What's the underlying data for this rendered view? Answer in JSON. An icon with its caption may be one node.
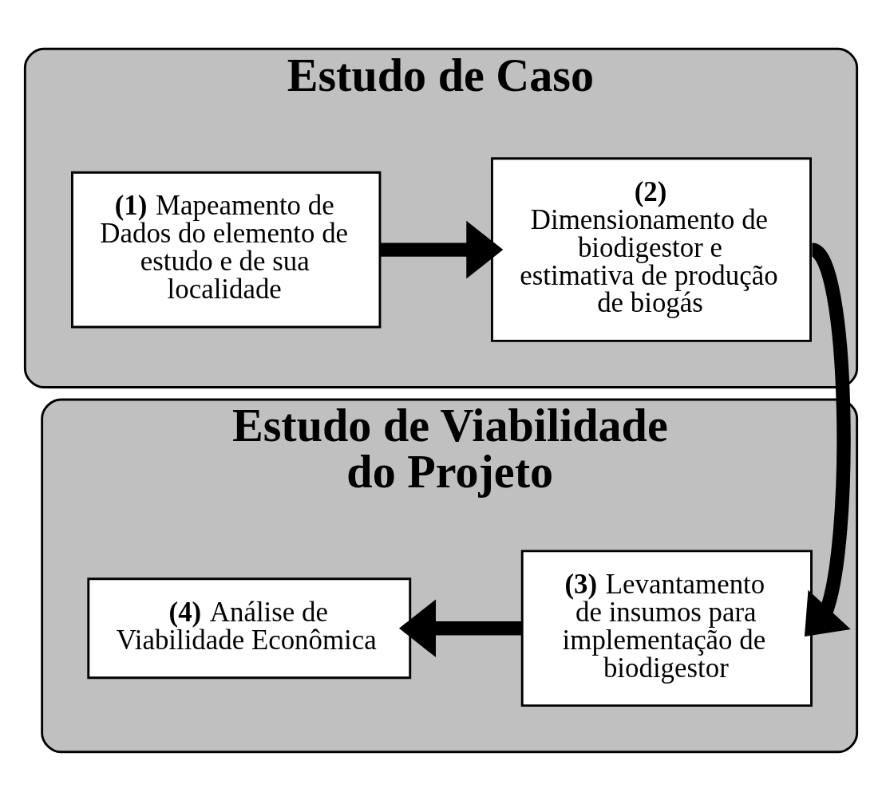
{
  "diagram": {
    "nodes": [
      {
        "text": [
          "Estudo de Caso"
        ]
      },
      {
        "text": [
          "**(1)** Mapeamento de Dados do elemento de estudo e de sua localidade"
        ],
        "in": 0
      },
      {
        "text": [
          "**(2)** Dimensionamento de biodigestor e estimativa de produção de biogás"
        ],
        "in": 0
      },
      {
        "text": [
          "Estudo de Viabilidade do Projeto"
        ]
      },
      {
        "text": [
          "**(4)** Análise de Viabilidade Econômica"
        ],
        "in": 3
      },
      {
        "text": [
          "**(3)** Levantamento de insumos para implementação de biodigestor"
        ],
        "in": 3
      }
    ],
    "edges": [
      {
        "from": 1,
        "to": 2,
        "arrow": "to"
      },
      {
        "from": 2,
        "to": 5,
        "arrow": "to"
      },
      {
        "from": 5,
        "to": 4,
        "arrow": "to"
      }
    ]
  }
}
